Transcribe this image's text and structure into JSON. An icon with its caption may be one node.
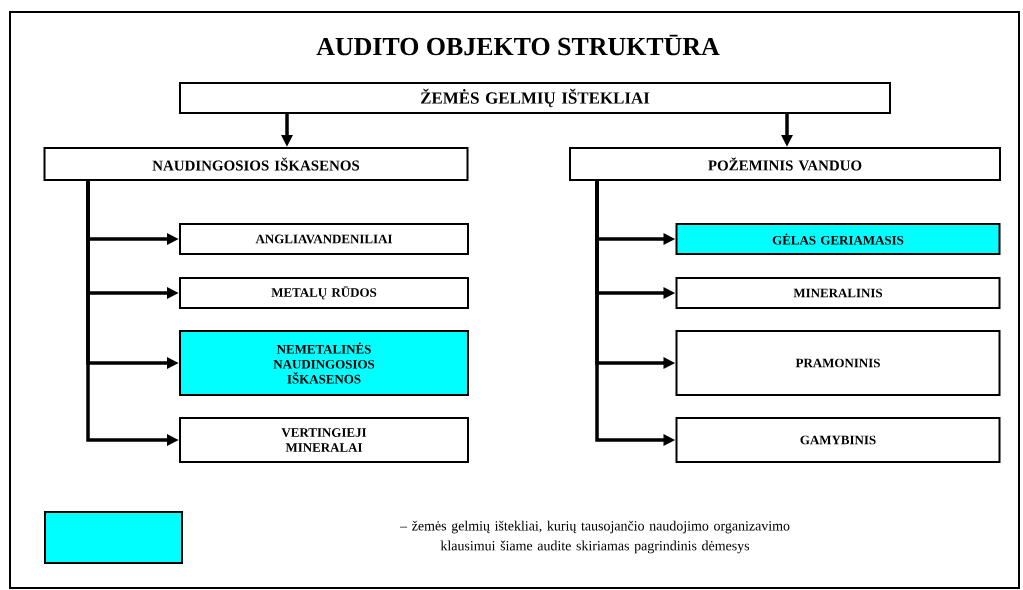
{
  "diagram": {
    "title": "AUDITO OBJEKTO STRUKTŪRA",
    "nodes": [
      {
        "text": [
          "ŽEMĖS GELMIŲ IŠTEKLIAI"
        ]
      },
      {
        "text": [
          "NAUDINGOSIOS IŠKASENOS"
        ]
      },
      {
        "text": [
          "POŽEMINIS VANDUO"
        ]
      },
      {
        "text": [
          "ANGLIAVANDENILIAI"
        ]
      },
      {
        "text": [
          "METALŲ RŪDOS"
        ]
      },
      {
        "text": [
          "NEMETALINĖS NAUDINGOSIOS IŠKASENOS"
        ]
      },
      {
        "text": [
          "VERTINGIEJI MINERALAI"
        ]
      },
      {
        "text": [
          "GĖLAS GERIAMASIS"
        ]
      },
      {
        "text": [
          "MINERALINIS"
        ]
      },
      {
        "text": [
          "PRAMONINIS"
        ]
      },
      {
        "text": [
          "GAMYBINIS"
        ]
      }
    ],
    "edges": [
      {
        "from": 0,
        "to": 1,
        "arrow": "to"
      },
      {
        "from": 0,
        "to": 2,
        "arrow": "to"
      },
      {
        "from": 1,
        "to": 3,
        "arrow": "to"
      },
      {
        "from": 1,
        "to": 4,
        "arrow": "to"
      },
      {
        "from": 1,
        "to": 5,
        "arrow": "to"
      },
      {
        "from": 1,
        "to": 6,
        "arrow": "to"
      },
      {
        "from": 2,
        "to": 7,
        "arrow": "to"
      },
      {
        "from": 2,
        "to": 8,
        "arrow": "to"
      },
      {
        "from": 2,
        "to": 9,
        "arrow": "to"
      },
      {
        "from": 2,
        "to": 10,
        "arrow": "to"
      }
    ],
    "legend": [
      {
        "text": "– žemės gelmių ištekliai, kurių tausojančio naudojimo organizavimo klausimui šiame audite skiriamas pagrindinis dėmesys",
        "color": "#00ffff"
      }
    ]
  }
}
